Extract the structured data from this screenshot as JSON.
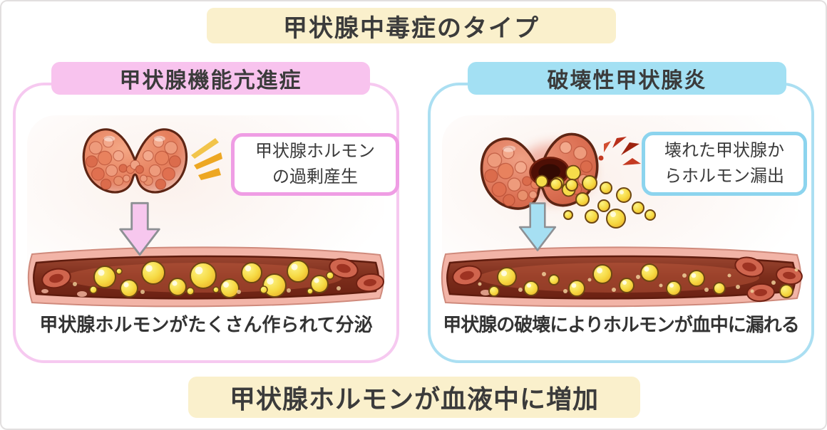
{
  "title": {
    "text": "甲状腺中毒症のタイプ"
  },
  "panels": {
    "left": {
      "header": "甲状腺機能亢進症",
      "callout": {
        "line1": "甲状腺ホルモン",
        "line2": "の過剰産生"
      },
      "caption": "甲状腺ホルモンがたくさん作られて分泌",
      "illustration": [
        "thyroid-gland",
        "emphasis-rays",
        "pink-down-arrow",
        "blood-vessel-with-hormone-droplets"
      ]
    },
    "right": {
      "header": "破壊性甲状腺炎",
      "callout": {
        "line1": "壊れた甲状腺か",
        "line2": "らホルモン漏出"
      },
      "caption": "甲状腺の破壊によりホルモンが血中に漏れる",
      "illustration": [
        "damaged-thyroid-gland",
        "red-burst-marks",
        "leaking-hormone-droplets",
        "blue-down-arrow",
        "blood-vessel-with-hormone-droplets"
      ]
    }
  },
  "footer": {
    "text": "甲状腺ホルモンが血液中に増加"
  },
  "colors": {
    "banner_bg": "#faf0cc",
    "left_header_bg": "#f8c3ee",
    "left_panel_border": "#f6c9f0",
    "left_callout_border": "#ef9de4",
    "left_arrow_fill": "#f7c7ee",
    "right_header_bg": "#a3e0f3",
    "right_panel_border": "#abdff2",
    "right_callout_border": "#8cd4ee",
    "right_arrow_fill": "#a6dff2",
    "text": "#3b3b3b",
    "hormone_yellow": "#f5d93f",
    "vessel_wall": "#f2b4a7",
    "vessel_lumen": "#7c2d1b",
    "gland_fill": "#e2795a"
  }
}
